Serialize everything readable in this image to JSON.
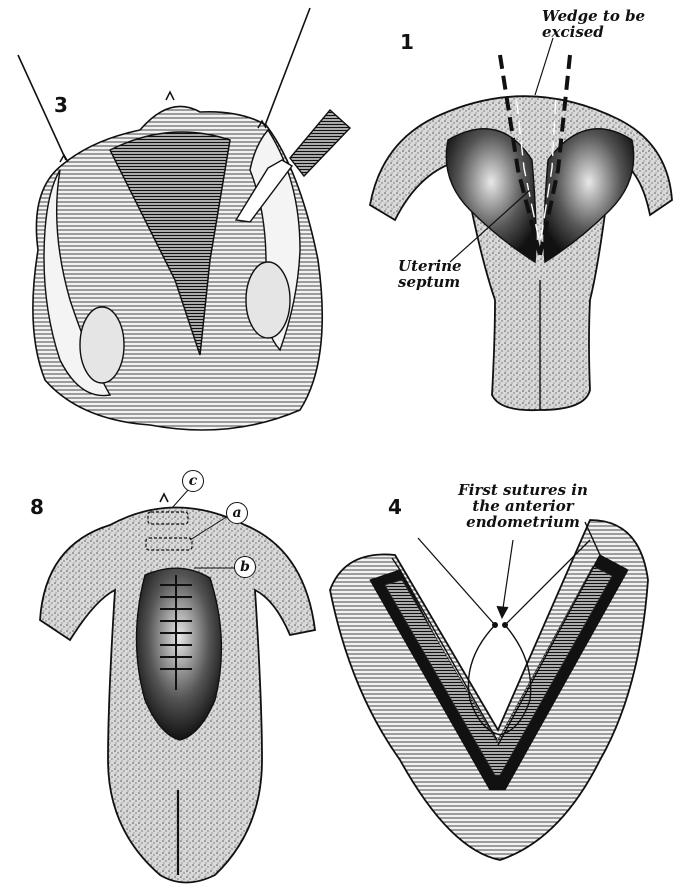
{
  "figure": {
    "panels": [
      {
        "number": "3"
      },
      {
        "number": "1"
      },
      {
        "number": "8"
      },
      {
        "number": "4"
      }
    ]
  },
  "annotations": {
    "wedge": "Wedge to be excised",
    "septum": "Uterine septum",
    "sutures": "First sutures in the anterior endometrium"
  },
  "suture_markers": [
    "c",
    "a",
    "b"
  ],
  "colors": {
    "ink": "#111111",
    "stipple": "#c9c9c9",
    "cavity": "#222222",
    "paper": "#ffffff"
  }
}
